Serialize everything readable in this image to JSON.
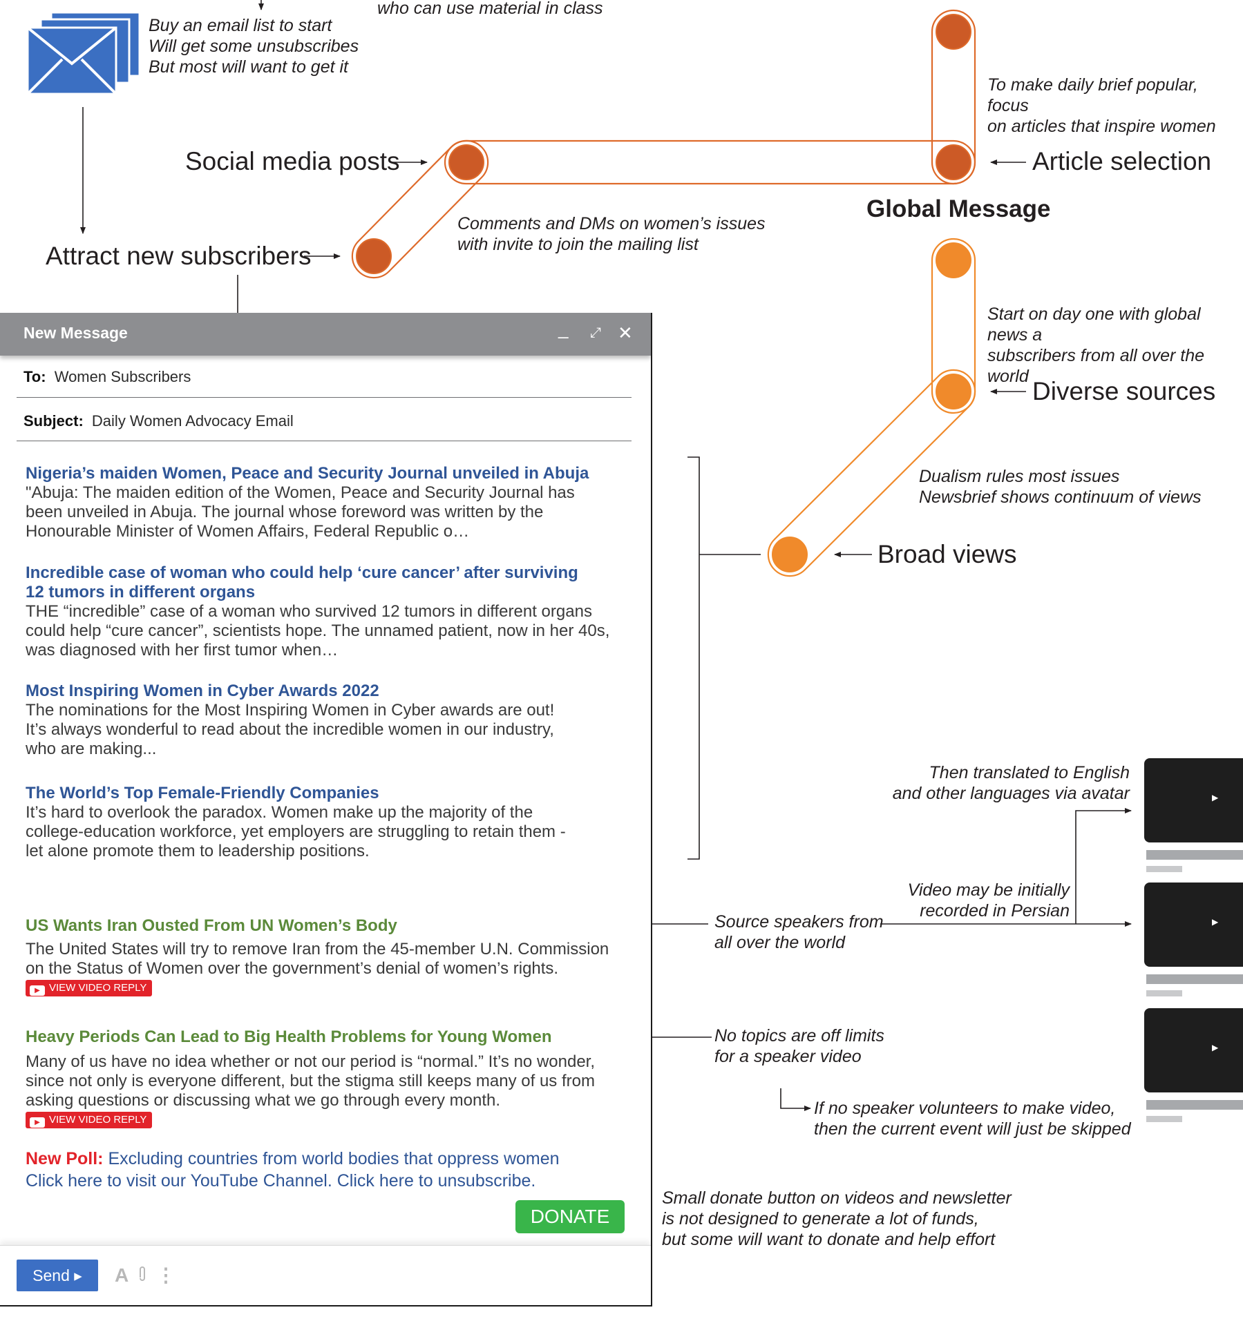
{
  "diagram": {
    "heading": "Global Message",
    "top_note": "who can use material in class",
    "email_list_note": "Buy an email list to start\nWill get some unsubscribes\nBut most will want to get it",
    "nodes": {
      "social_media_posts": "Social media posts",
      "article_selection": "Article selection",
      "attract_new_subscribers": "Attract new subscribers",
      "diverse_sources": "Diverse sources",
      "broad_views": "Broad views"
    },
    "notes": {
      "daily_brief": "To make daily brief popular,  focus\non articles that inspire women",
      "comments_dms": "Comments and DMs on women’s issues\nwith invite to join the mailing list",
      "global_news": "Start on day one with global news a\nsubscribers from all over the world",
      "dualism": "Dualism rules most issues\nNewsbrief shows continuum of views",
      "translated": "Then translated to English\nand other languages via avatar",
      "persian": "Video may be initially\nrecorded in Persian",
      "source_speakers": "Source speakers from\nall over the world",
      "no_topics": "No topics are off limits\nfor a speaker video",
      "no_volunteer": "If no speaker volunteers to make video,\nthen the current event will just be skipped",
      "donate_note": "Small donate button on videos and newsletter\nis not designed to generate a lot of funds,\nbut some will want to donate and help effort"
    },
    "colors": {
      "dark_orange": "#cc5a26",
      "light_orange": "#f08a2b",
      "outline": "#de6a2a",
      "email_icon": "#3b6fc2"
    }
  },
  "email": {
    "window_title": "New Message",
    "to_label": "To:",
    "to_value": "Women Subscribers",
    "subject_label": "Subject:",
    "subject_value": "Daily Women Advocacy Email",
    "articles": [
      {
        "title": "Nigeria’s maiden Women, Peace and Security Journal unveiled in Abuja",
        "body": "\"Abuja: The maiden edition of the Women, Peace and Security Journal has\nbeen unveiled in Abuja. The journal whose foreword was written by the\nHonourable Minister of Women Affairs, Federal Republic o…"
      },
      {
        "title": "Incredible case of woman who could help ‘cure cancer’ after surviving\n12 tumors in different organs",
        "body": "THE “incredible” case of a woman who survived 12 tumors in different organs\ncould help “cure cancer”, scientists hope. The unnamed patient, now in her 40s,\nwas diagnosed with her first tumor when…"
      },
      {
        "title": "Most Inspiring Women in Cyber Awards 2022",
        "body": "The nominations for the Most Inspiring Women in Cyber awards are out!\nIt’s always wonderful to read about the incredible women in our industry,\nwho are making..."
      },
      {
        "title": "The World’s Top Female-Friendly Companies",
        "body": "It’s hard to overlook the paradox. Women make up the majority of the\ncollege-education workforce, yet employers are struggling to retain them -\nlet alone promote them to leadership positions."
      },
      {
        "title": "US Wants Iran Ousted From UN Women’s Body",
        "body": "The United States will try to remove Iran from the 45-member U.N. Commission\non the Status of Women over the government’s denial of women’s rights.",
        "button": "VIEW VIDEO REPLY"
      },
      {
        "title": "Heavy Periods Can Lead to Big Health Problems for Young Women",
        "body": "Many of us have no idea whether or not our period is “normal.” It’s no wonder,\nsince not only is everyone different, but the stigma still keeps many of us from\nasking questions or discussing what we go through every month.",
        "button": "VIEW VIDEO REPLY"
      }
    ],
    "poll_label": "New Poll:",
    "poll_text": "Excluding countries from world bodies that oppress women",
    "footer_links": "Click here to visit our YouTube Channel. Click here to unsubscribe.",
    "donate_label": "DONATE",
    "send_label": "Send ▸",
    "format_icon": "A",
    "attach_icon": "paperclip-icon",
    "more_icon": "⋮"
  },
  "videos": [
    {
      "play_icon": "▶"
    },
    {
      "play_icon": "▶"
    },
    {
      "play_icon": "▶"
    }
  ]
}
